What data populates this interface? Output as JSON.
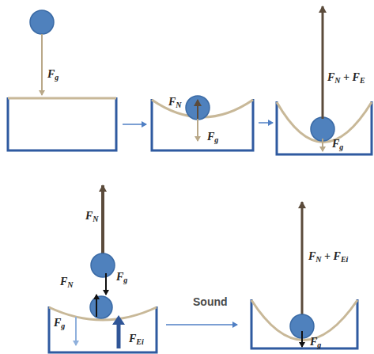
{
  "diagram": {
    "labels": [
      "Fg",
      "FN",
      "Fg",
      "FN + FE",
      "Fg",
      "FN",
      "FN",
      "Fg",
      "Fg",
      "FEi",
      "Sound",
      "FN + FEi",
      "Fg"
    ]
  }
}
